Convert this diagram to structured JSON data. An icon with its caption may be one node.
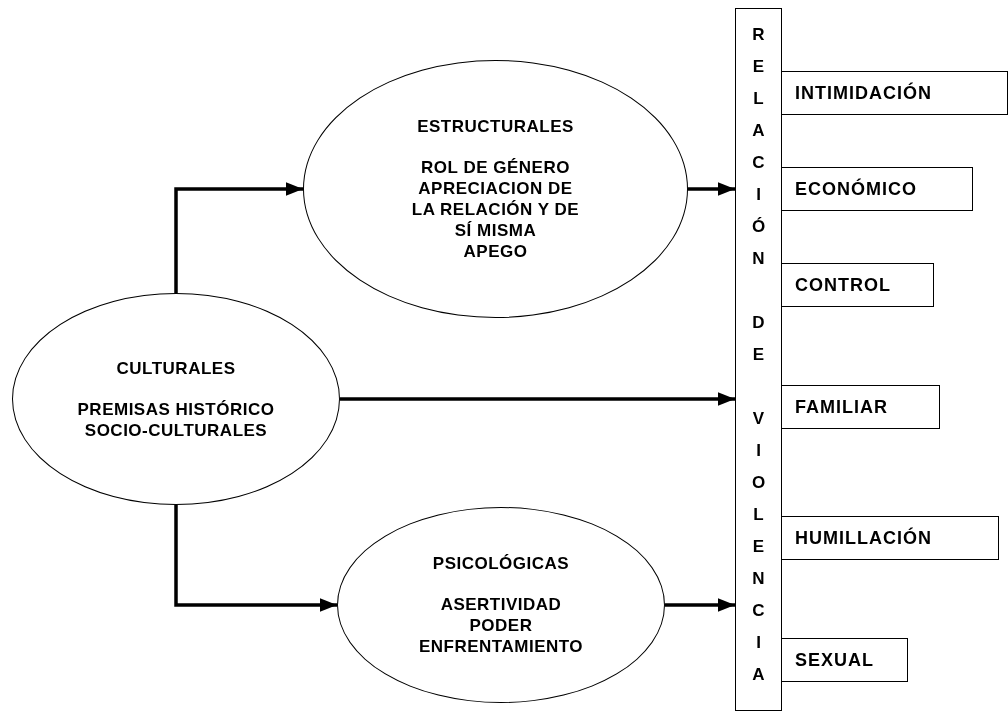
{
  "diagram": {
    "nodes": [
      {
        "text": [
          "CULTURALES",
          "PREMISAS HISTÓRICO SOCIO-CULTURALES"
        ]
      },
      {
        "text": [
          "ESTRUCTURALES",
          "ROL DE GÉNERO",
          "APRECIACION DE LA RELACIÓN Y DE SÍ MISMA",
          "APEGO"
        ]
      },
      {
        "text": [
          "PSICOLÓGICAS",
          "ASERTIVIDAD",
          "PODER",
          "ENFRENTAMIENTO"
        ]
      },
      {
        "text": [
          "RELACIÓN DE VIOLENCIA"
        ]
      },
      {
        "text": [
          "INTIMIDACIÓN"
        ]
      },
      {
        "text": [
          "ECONÓMICO"
        ]
      },
      {
        "text": [
          "CONTROL"
        ]
      },
      {
        "text": [
          "FAMILIAR"
        ]
      },
      {
        "text": [
          "HUMILLACIÓN"
        ]
      },
      {
        "text": [
          "SEXUAL"
        ]
      }
    ],
    "edges": [
      {
        "from": 0,
        "to": 1,
        "arrow": "to"
      },
      {
        "from": 0,
        "to": 3,
        "arrow": "to"
      },
      {
        "from": 0,
        "to": 2,
        "arrow": "to"
      },
      {
        "from": 1,
        "to": 3,
        "arrow": "to"
      },
      {
        "from": 2,
        "to": 3,
        "arrow": "to"
      }
    ]
  }
}
